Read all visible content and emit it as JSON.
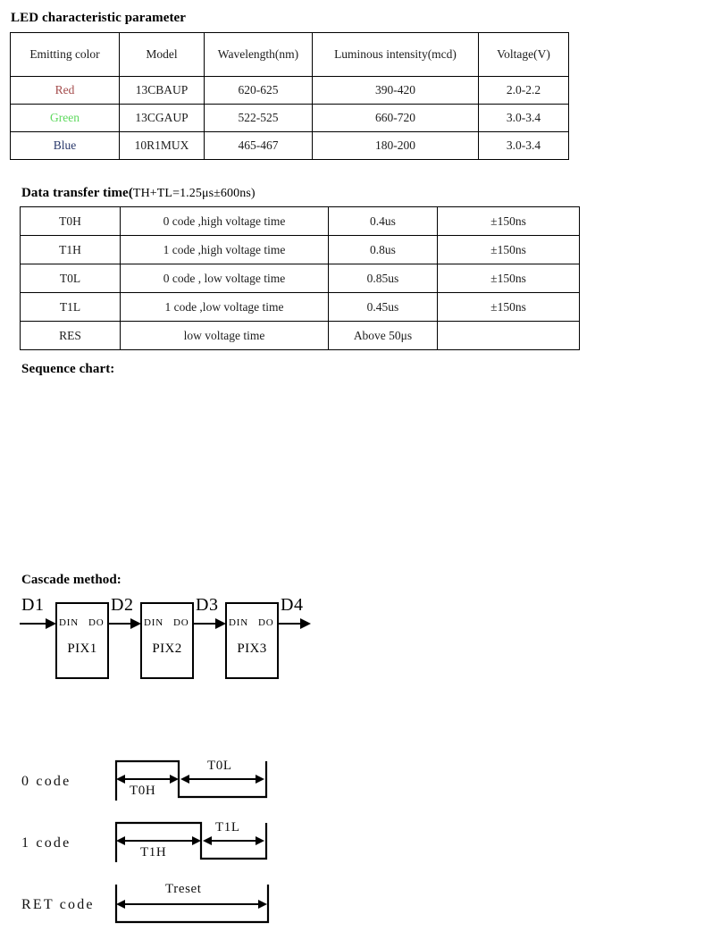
{
  "led_section": {
    "title": "LED characteristic parameter",
    "columns": [
      "Emitting color",
      "Model",
      "Wavelength(nm)",
      "Luminous intensity(mcd)",
      "Voltage(V)"
    ],
    "rows": [
      {
        "color": "Red",
        "color_hex": "#a34a4a",
        "model": "13CBAUP",
        "wavelength": "620-625",
        "intensity": "390-420",
        "voltage": "2.0-2.2"
      },
      {
        "color": "Green",
        "color_hex": "#5ed95e",
        "model": "13CGAUP",
        "wavelength": "522-525",
        "intensity": "660-720",
        "voltage": "3.0-3.4"
      },
      {
        "color": "Blue",
        "color_hex": "#29386b",
        "model": "10R1MUX",
        "wavelength": "465-467",
        "intensity": "180-200",
        "voltage": "3.0-3.4"
      }
    ]
  },
  "timing_section": {
    "title_bold": "Data transfer time(",
    "title_thin": "TH+TL=1.25μs±600ns)",
    "rows": [
      {
        "name": "T0H",
        "description": "0 code ,high voltage time",
        "value": "0.4us",
        "tolerance": "±150ns"
      },
      {
        "name": "T1H",
        "description": "1 code ,high voltage time",
        "value": "0.8us",
        "tolerance": "±150ns"
      },
      {
        "name": "T0L",
        "description": "0 code , low voltage time",
        "value": "0.85us",
        "tolerance": "±150ns"
      },
      {
        "name": "T1L",
        "description": "1 code ,low voltage time",
        "value": "0.45us",
        "tolerance": "±150ns"
      },
      {
        "name": "RES",
        "description": "low voltage time",
        "value": "Above 50μs",
        "tolerance": ""
      }
    ]
  },
  "sequence_section": {
    "title": "Sequence chart:",
    "waves": [
      {
        "label": "0 code",
        "high_span": "T0H",
        "low_span": "T0L"
      },
      {
        "label": "1 code",
        "high_span": "T1H",
        "low_span": "T1L"
      },
      {
        "label": "RET code",
        "high_span": "",
        "low_span": "Treset"
      }
    ]
  },
  "cascade_section": {
    "title": "Cascade method:",
    "data_lines": [
      "D1",
      "D2",
      "D3",
      "D4"
    ],
    "pin_in": "DIN",
    "pin_out": "DO",
    "pixels": [
      "PIX1",
      "PIX2",
      "PIX3"
    ]
  }
}
